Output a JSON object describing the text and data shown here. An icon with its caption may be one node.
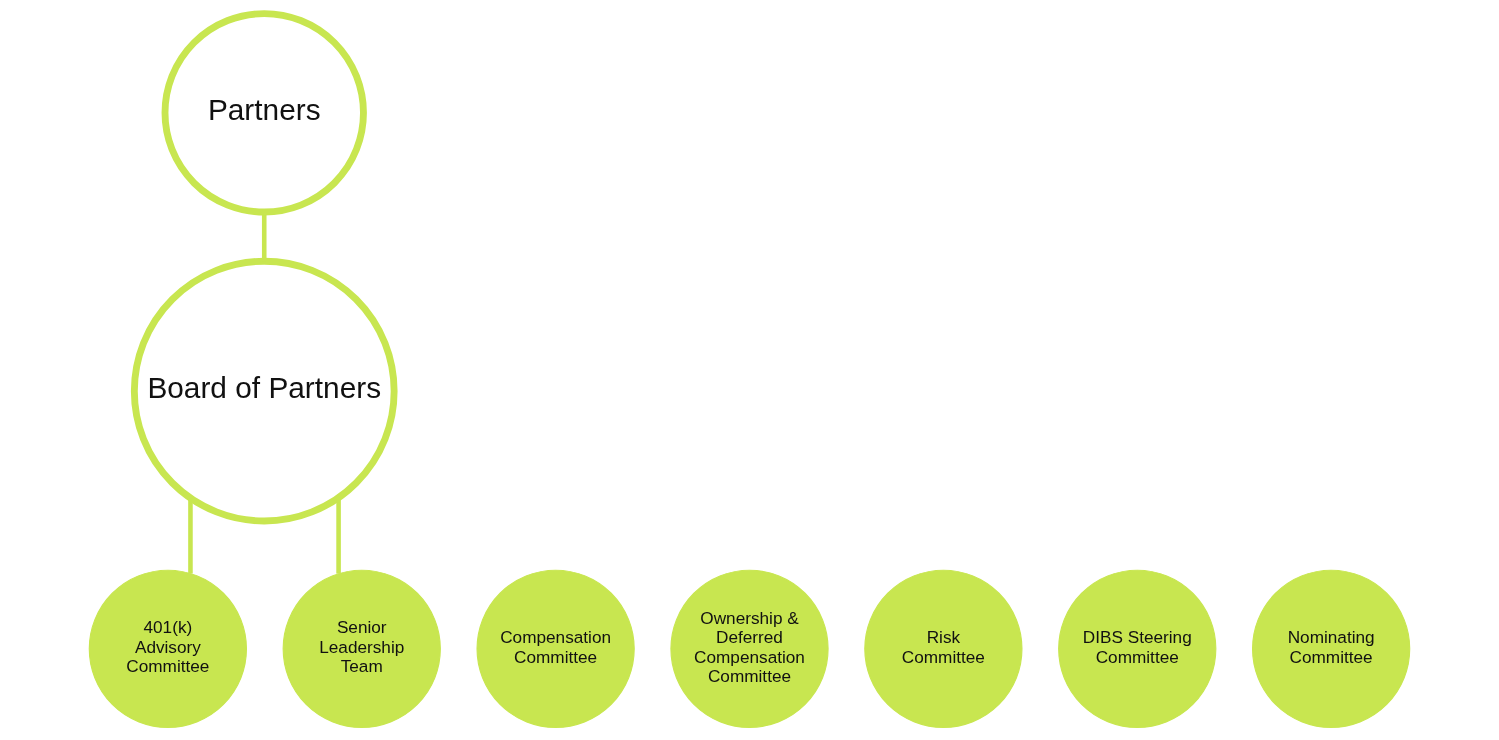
{
  "diagram": {
    "nodes": [
      {
        "text": [
          "Partners"
        ]
      },
      {
        "text": [
          "Board of Partners"
        ]
      },
      {
        "text": [
          "401(k) Advisory Committee"
        ]
      },
      {
        "text": [
          "Compensation Committee"
        ]
      },
      {
        "text": [
          "Ownership & Deferred Compensation Committee"
        ]
      },
      {
        "text": [
          "Risk Committee"
        ]
      },
      {
        "text": [
          "DIBS Steering Committee"
        ]
      },
      {
        "text": [
          "Nominating Committee"
        ]
      },
      {
        "text": [
          "Senior Leadership Team"
        ]
      }
    ],
    "edges": [
      {
        "from": 0,
        "to": 1,
        "arrow": "none"
      },
      {
        "from": 1,
        "to": 2,
        "arrow": "none"
      },
      {
        "from": 1,
        "to": 8,
        "arrow": "none"
      }
    ]
  }
}
